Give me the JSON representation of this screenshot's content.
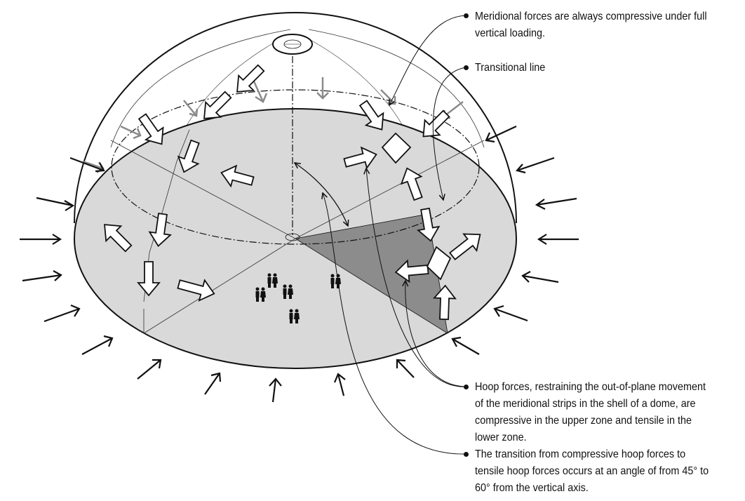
{
  "annotations": {
    "meridional": "Meridional forces are always compressive under full vertical loading.",
    "transitional": "Transitional line",
    "hoop": "Hoop forces, restraining the out-of-plane movement of the meridional strips in the shell of a dome, are compressive in the upper zone and tensile in the lower zone.",
    "transition": "The transition from compressive hoop forces to tensile hoop forces occurs at an angle of from 45° to 60° from the vertical axis."
  },
  "colors": {
    "base_fill": "#d9d9d9",
    "wedge_fill": "#8c8c8c",
    "line": "#111111",
    "grey_arrow": "#8a8a8a"
  },
  "icons": [
    "white-force-arrow",
    "black-load-arrow",
    "grey-load-arrow",
    "person-pair-icon"
  ]
}
